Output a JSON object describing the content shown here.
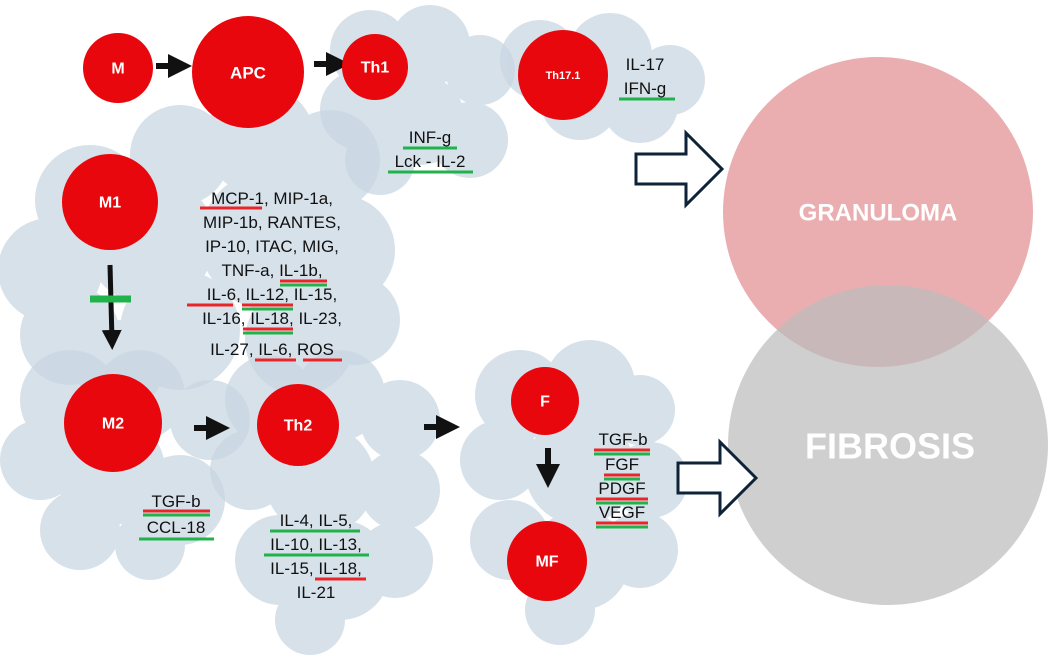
{
  "colors": {
    "cell": "#e8070c",
    "cloud": "#c9d6e2",
    "granuloma": "#e6a0a3",
    "fibrosis": "#bdbdbd",
    "red_underline": "#e8262a",
    "green_underline": "#21b24b",
    "arrow": "#111111"
  },
  "cells": {
    "m": "M",
    "apc": "APC",
    "th1": "Th1",
    "th171": "Th17.1",
    "m1": "M1",
    "m2": "M2",
    "th2": "Th2",
    "f": "F",
    "mf": "MF"
  },
  "outcomes": {
    "granuloma": "GRANULOMA",
    "fibrosis": "FIBROSIS"
  },
  "cytokines": {
    "th1_list": [
      "INF-g",
      "Lck - IL-2"
    ],
    "th171_list": [
      "IL-17",
      "IFN-g"
    ],
    "m1_list": [
      [
        "MCP-1",
        ", MIP-1a,"
      ],
      [
        "MIP-1b, RANTES,"
      ],
      [
        "IP-10, ITAC, MIG,"
      ],
      [
        "TNF-a, ",
        "IL-1b",
        ","
      ],
      [
        "IL-6",
        ", ",
        "IL-12",
        ", IL-15,"
      ],
      [
        "IL-16, ",
        "IL-18",
        ", IL-23,"
      ],
      [
        "IL-27, ",
        "IL-6",
        ", ",
        "ROS"
      ]
    ],
    "m2_list": [
      "TGF-b",
      "CCL-18"
    ],
    "th2_list": [
      [
        "IL-4, IL-5,"
      ],
      [
        "IL-10, IL-13,"
      ],
      [
        "IL-15, ",
        "IL-18",
        ","
      ],
      [
        "IL-21"
      ]
    ],
    "f_list": [
      "TGF-b",
      "FGF",
      "PDGF",
      "VEGF"
    ]
  }
}
